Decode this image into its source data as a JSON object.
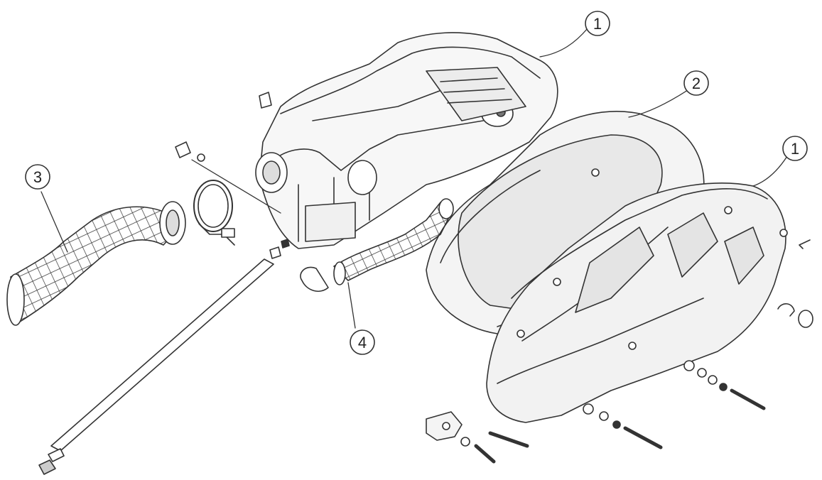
{
  "diagram": {
    "type": "exploded-parts-view",
    "line_color": "#333333",
    "fill_color": "#ffffff",
    "shade_color": "#e6e6e6",
    "callouts": [
      {
        "id": "callout-1a",
        "label": "1"
      },
      {
        "id": "callout-2",
        "label": "2"
      },
      {
        "id": "callout-1b",
        "label": "1"
      },
      {
        "id": "callout-3",
        "label": "3"
      },
      {
        "id": "callout-4",
        "label": "4"
      }
    ]
  }
}
